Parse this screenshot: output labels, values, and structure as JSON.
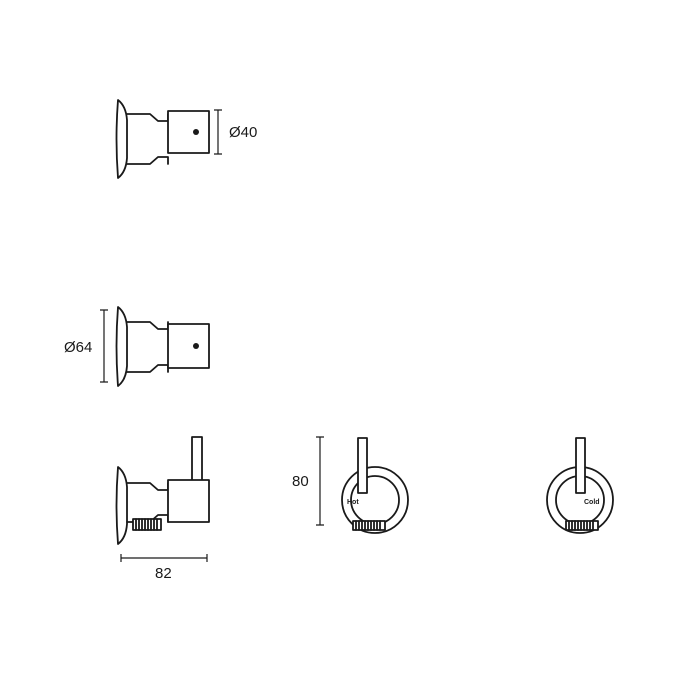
{
  "drawing": {
    "dimensions": {
      "small_diameter": "Ø40",
      "large_diameter": "Ø64",
      "depth": "82",
      "height": "80"
    },
    "faces": {
      "hot": "Hot",
      "cold": "Cold"
    }
  }
}
